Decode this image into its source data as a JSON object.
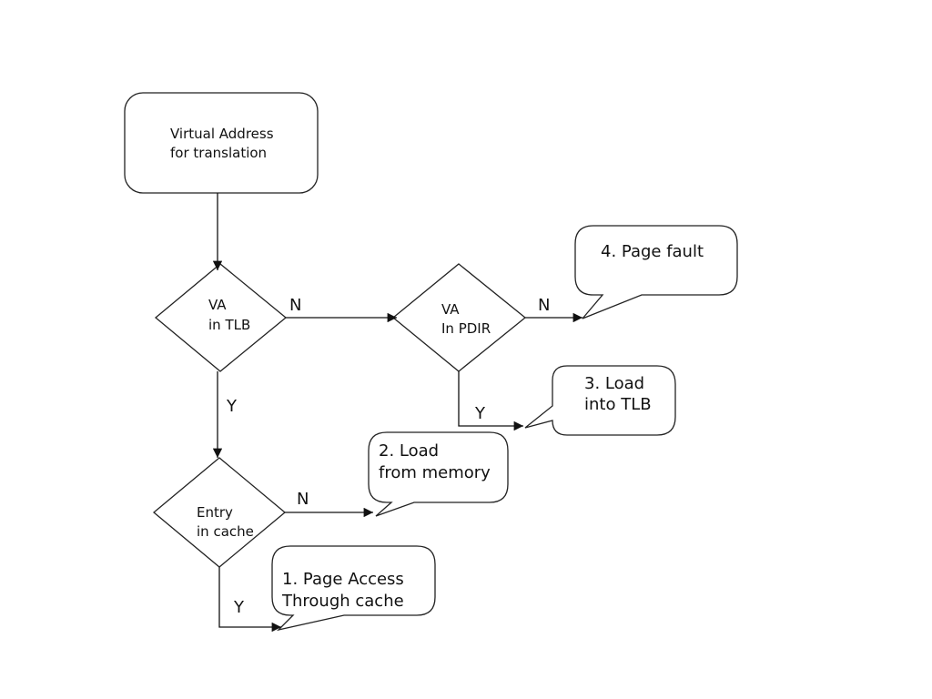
{
  "start": {
    "line1": "Virtual Address",
    "line2": "for translation"
  },
  "decisions": {
    "tlb": {
      "line1": "VA",
      "line2": "in TLB"
    },
    "pdir": {
      "line1": "VA",
      "line2": "In PDIR"
    },
    "cache": {
      "line1": "Entry",
      "line2": "in cache"
    }
  },
  "callouts": {
    "page_access": {
      "line1": "1. Page Access",
      "line2": "Through cache"
    },
    "load_memory": {
      "line1": "2. Load",
      "line2": "from memory"
    },
    "load_tlb": {
      "line1": "3. Load",
      "line2": "into TLB"
    },
    "page_fault": {
      "line1": "4. Page fault"
    }
  },
  "edge_labels": {
    "yes": "Y",
    "no": "N"
  }
}
